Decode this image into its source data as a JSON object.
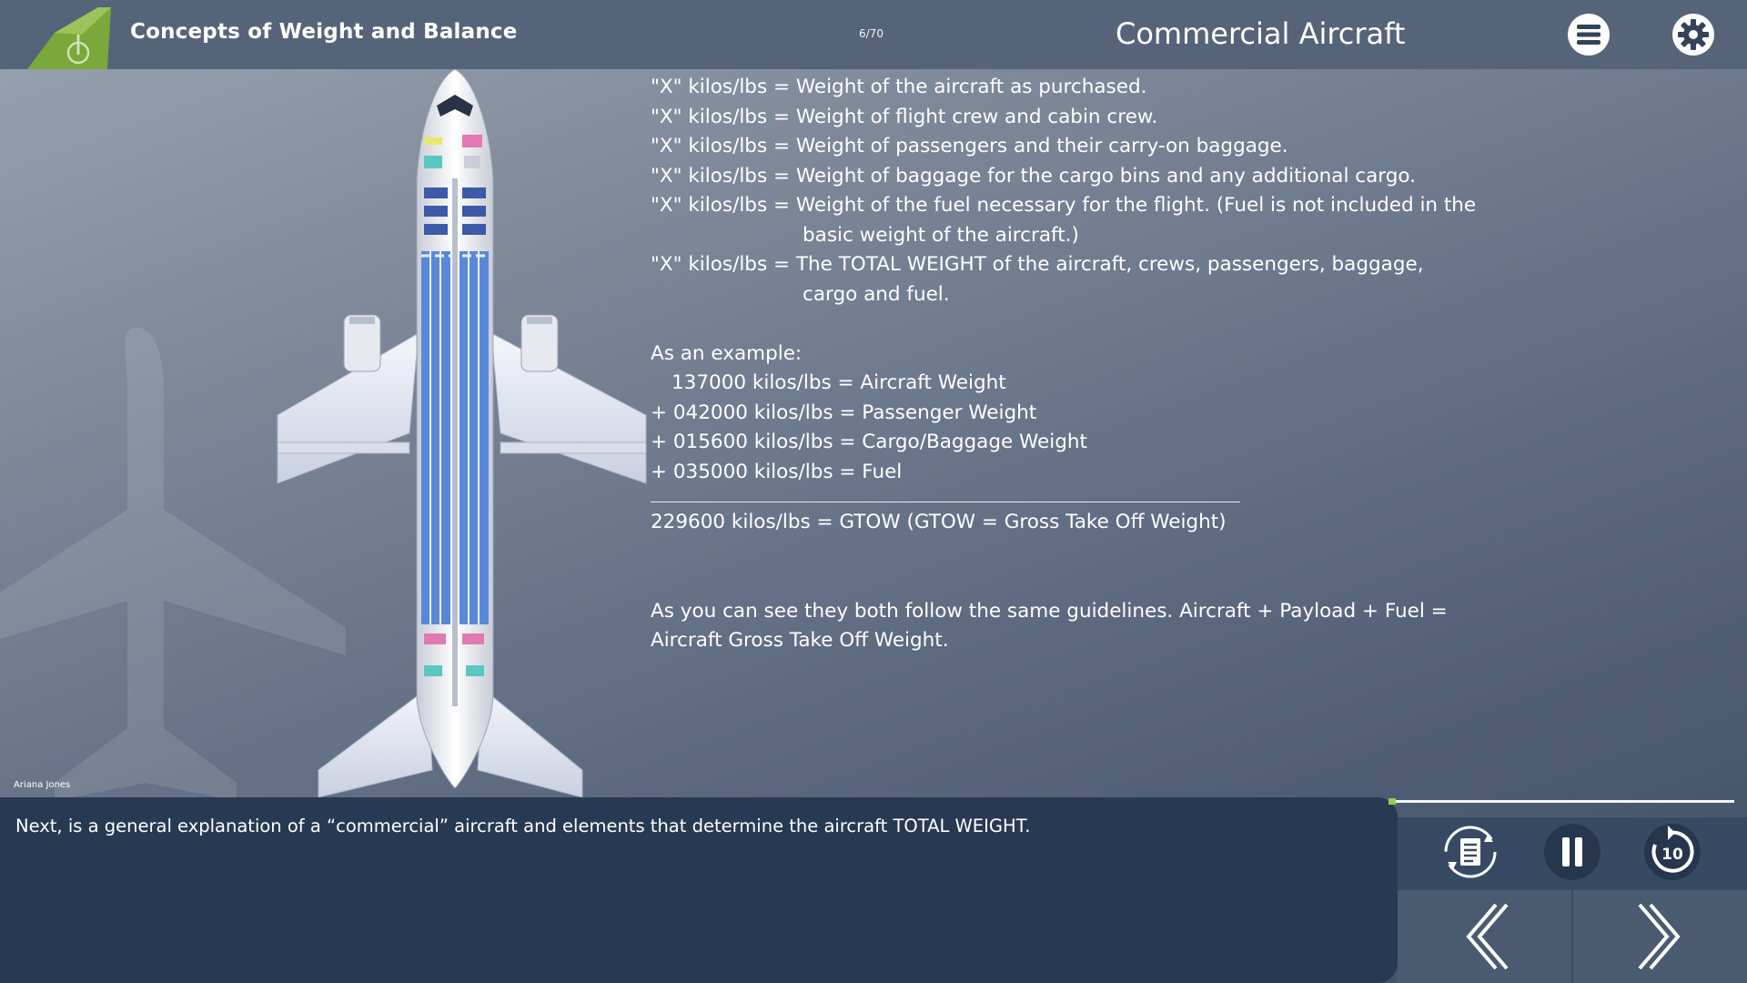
{
  "header": {
    "course_title": "Concepts of Weight and Balance",
    "page_counter": "6/70",
    "slide_title": "Commercial Aircraft",
    "menu_icon": "hamburger-menu-icon",
    "settings_icon": "gear-icon"
  },
  "content": {
    "definitions": [
      "\"X\" kilos/lbs = Weight of the aircraft as purchased.",
      "\"X\" kilos/lbs = Weight of flight crew and cabin crew.",
      "\"X\" kilos/lbs = Weight of passengers and their carry-on baggage.",
      "\"X\" kilos/lbs = Weight of baggage for the cargo bins and any additional cargo.",
      "\"X\" kilos/lbs = Weight of the fuel necessary for the flight. (Fuel is not included in the",
      "basic weight of the aircraft.)",
      "\"X\" kilos/lbs = The TOTAL WEIGHT of the aircraft, crews, passengers, baggage,",
      "cargo and fuel."
    ],
    "example_heading": "As an example:",
    "example_lines": [
      "137000 kilos/lbs = Aircraft Weight",
      "+ 042000 kilos/lbs = Passenger Weight",
      "+ 015600 kilos/lbs = Cargo/Baggage Weight",
      "+ 035000 kilos/lbs = Fuel"
    ],
    "total_line": "229600 kilos/lbs = GTOW (GTOW = Gross Take Off Weight)",
    "summary_line1": "As you can see they both follow the same guidelines. Aircraft + Payload + Fuel =",
    "summary_line2": "Aircraft Gross Take Off Weight."
  },
  "presenter": "Ariana Jones",
  "caption": "Next, is a general explanation of a “commercial” aircraft and elements that determine the aircraft TOTAL WEIGHT.",
  "progress": {
    "fraction": 0.02
  },
  "controls": {
    "transcript_icon": "transcript-icon",
    "pause_icon": "pause-icon",
    "replay_icon": "replay-10-icon",
    "replay_seconds": "10",
    "prev_icon": "chevron-left-icon",
    "next_icon": "chevron-right-icon"
  },
  "colors": {
    "topbar": "#566479",
    "caption_panel": "#283a53",
    "progress_accent": "#8fd14f",
    "logo_green": "#7aa83a"
  }
}
